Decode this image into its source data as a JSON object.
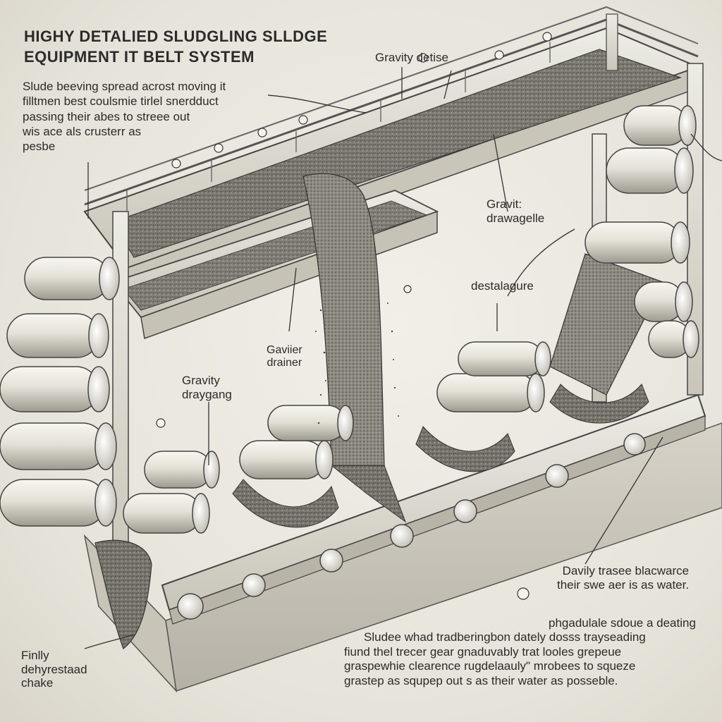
{
  "title": {
    "line1": "HIGHY DETALIED SLUDGLING SLLDGE",
    "line2": "EQUIPMENT IT BELT SYSTEM"
  },
  "description": {
    "line1": "Slude beeving spread acrost moving it",
    "line2": "filltmen best coulsmie tirlel snerdduct",
    "line3": "passing their abes to streee out",
    "line4": "wis ace als crusterr as",
    "line5": "pesbe"
  },
  "labels": {
    "gravity_top": "Gravity detise",
    "gravit_drawage_line1": "Gravit:",
    "gravit_drawage_line2": "drawagelle",
    "destalagure": "destalagure",
    "gravier_drainer_line1": "Gaviier",
    "gravier_drainer_line2": "drainer",
    "gravity_draygang_line1": "Gravity",
    "gravity_draygang_line2": "draygang",
    "right_note_line1": "Davily trasee blacwarce",
    "right_note_line2": "their swe aer is as water.",
    "final_cake_line1": "Finlly",
    "final_cake_line2": "dehyrestaad",
    "final_cake_line3": "chake"
  },
  "bottom_note": {
    "line1": "phgadulale sdoue a deating",
    "line2": "Sludee whad tradberingbon dately dosss trayseading",
    "line3": "fiund thel trecer gear gnaduvably trat looles grepeue",
    "line4": "graspewhie clearence rugdelaauly\" mrobees to squeze",
    "line5": "grastep as squpep out s as their water as posseble."
  },
  "colors": {
    "paper": "#e9e7df",
    "ink": "#2b2b2b",
    "roller": "#e8e6dc",
    "sludge": "#6b6862",
    "frame": "#dcd8cc"
  }
}
